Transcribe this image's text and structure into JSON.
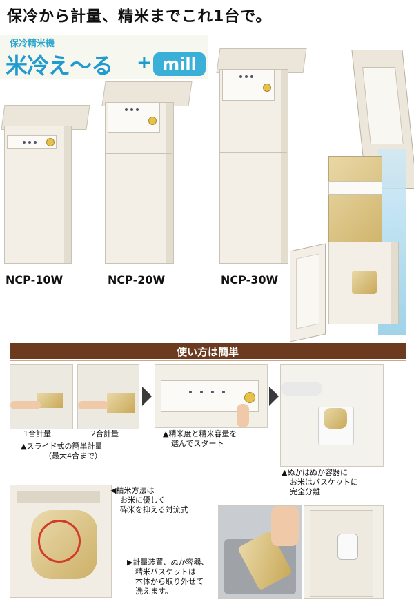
{
  "headline": "保冷から計量、精米までこれ1台で。",
  "logo": {
    "subtitle": "保冷精米機",
    "main": "米冷え〜る",
    "plus": "+",
    "badge": "mill"
  },
  "models": [
    "NCP-10W",
    "NCP-20W",
    "NCP-30W"
  ],
  "usage": {
    "banner": "使い方は簡単",
    "step1a_label": "1合計量",
    "step1b_label": "2合計量",
    "step1_caption_1": "▲スライド式の簡単計量",
    "step1_caption_2": "（最大4合まで）",
    "step2_caption_1": "▲精米度と精米容量を",
    "step2_caption_2": "選んでスタート",
    "step3_caption_1": "▲ぬかはぬか容器に",
    "step3_caption_2": "お米はバスケットに",
    "step3_caption_3": "完全分離"
  },
  "features": {
    "feature1_1": "◀精米方法は",
    "feature1_2": "お米に優しく",
    "feature1_3": "砕米を抑える対流式",
    "feature2_1": "▶計量装置、ぬか容器、",
    "feature2_2": "精米バスケットは",
    "feature2_3": "本体から取り外せて",
    "feature2_4": "洗えます。"
  },
  "colors": {
    "logo_blue": "#1f9bd0",
    "banner_brown": "#6b3a1f",
    "cabinet_ivory": "#f3efe6"
  }
}
